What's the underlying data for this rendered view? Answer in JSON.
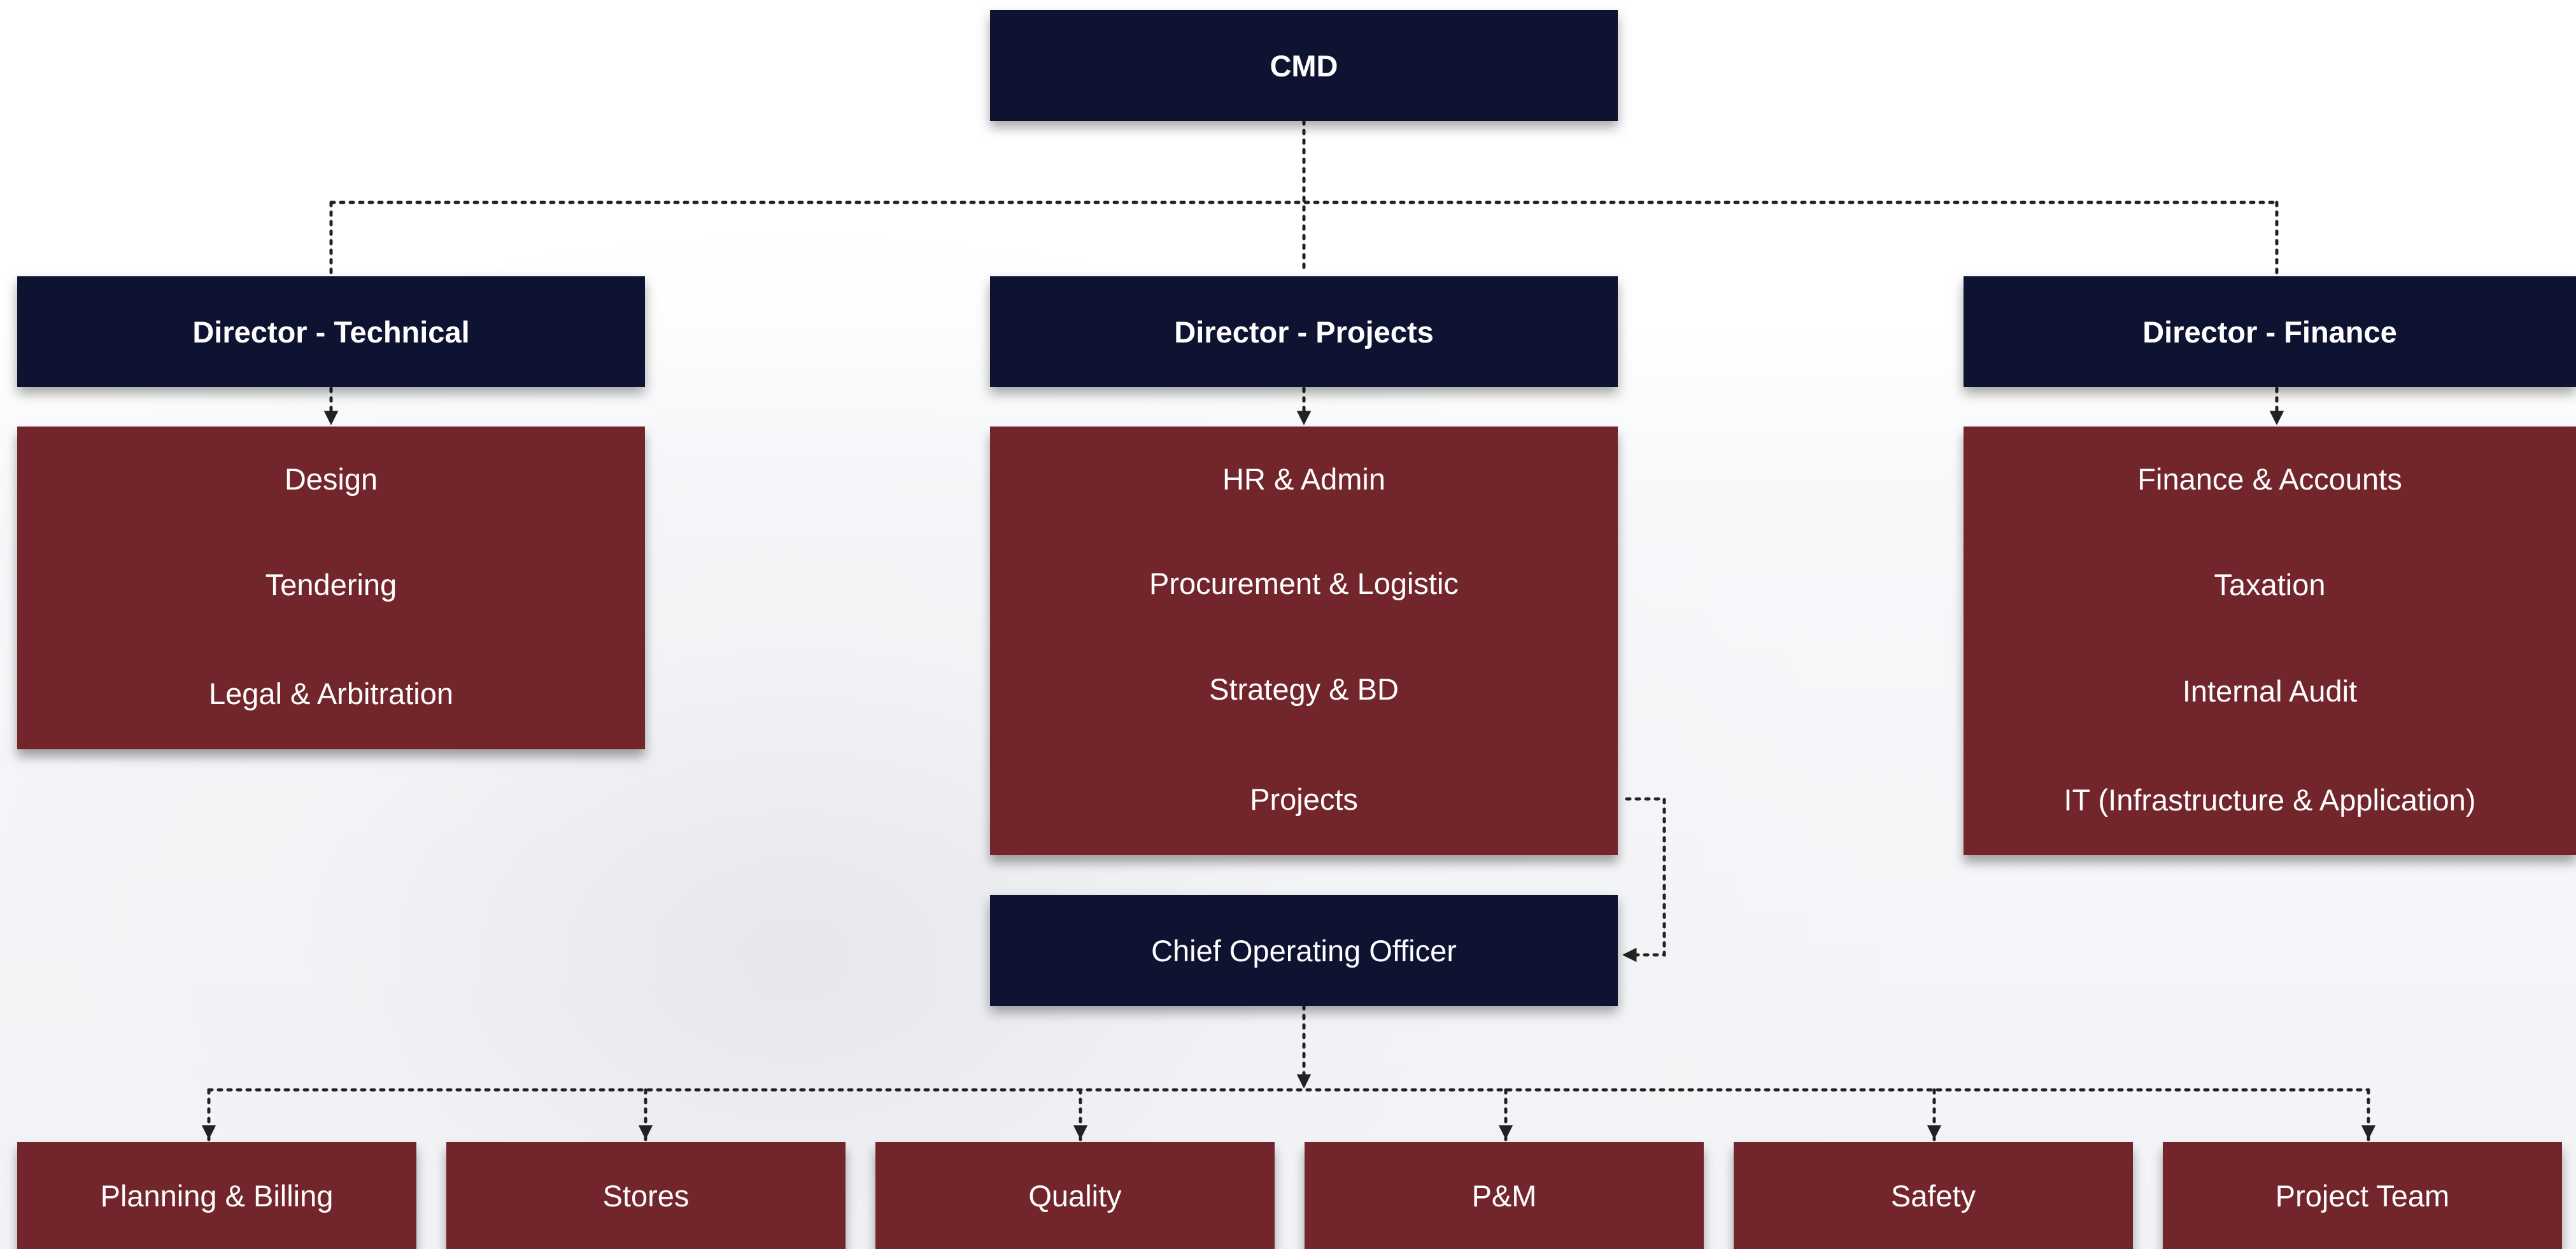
{
  "colors": {
    "header": "#0f1332",
    "department": "#72262c",
    "connector": "#222222"
  },
  "cmd": "CMD",
  "directors": {
    "technical": "Director - Technical",
    "projects": "Director - Projects",
    "finance": "Director - Finance"
  },
  "technical_departments": [
    "Design",
    "Tendering",
    "Legal & Arbitration"
  ],
  "projects_departments": [
    "HR & Admin",
    "Procurement & Logistic",
    "Strategy & BD",
    "Projects"
  ],
  "finance_departments": [
    "Finance & Accounts",
    "Taxation",
    "Internal Audit",
    "IT (Infrastructure & Application)"
  ],
  "coo": "Chief Operating Officer",
  "coo_teams": [
    "Planning & Billing",
    "Stores",
    "Quality",
    "P&M",
    "Safety",
    "Project Team"
  ]
}
